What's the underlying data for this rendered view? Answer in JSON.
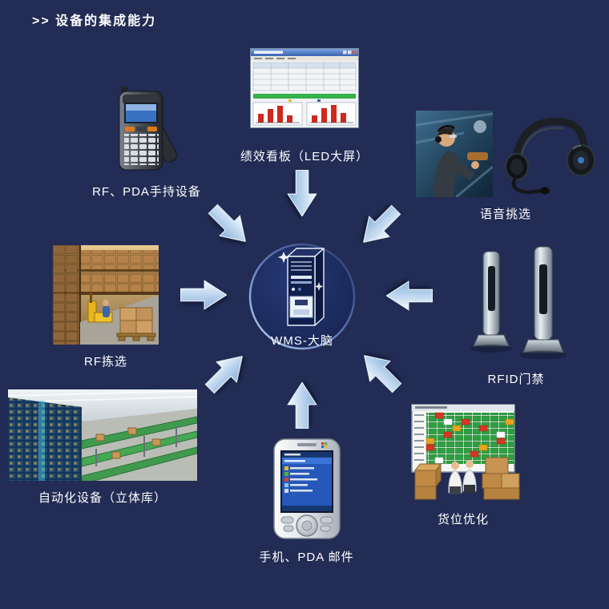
{
  "page": {
    "title": ">> 设备的集成能力",
    "background_color": "#222c55",
    "text_color": "#ffffff",
    "arrow_color": "#bcd6ef"
  },
  "center": {
    "label": "WMS-大脑",
    "image": "server-tower-in-circle"
  },
  "nodes": [
    {
      "id": "rf-pda-handheld",
      "label": "RF、PDA手持设备",
      "image": "handheld-scanner"
    },
    {
      "id": "led-dashboard",
      "label": "绩效看板（LED大屏）",
      "image": "dashboard-window-screenshot"
    },
    {
      "id": "voice-picking",
      "label": "语音挑选",
      "image": "worker-photo-and-headset"
    },
    {
      "id": "rf-picking",
      "label": "RF拣选",
      "image": "warehouse-photo"
    },
    {
      "id": "rfid-gate",
      "label": "RFID门禁",
      "image": "rfid-gate-pillars"
    },
    {
      "id": "automated-asrs",
      "label": "自动化设备（立体库）",
      "image": "asrs-automation-render"
    },
    {
      "id": "mobile-pda-mail",
      "label": "手机、PDA 邮件",
      "image": "pda-phone"
    },
    {
      "id": "slot-optimization",
      "label": "货位优化",
      "image": "slotting-board-and-boxes"
    }
  ]
}
